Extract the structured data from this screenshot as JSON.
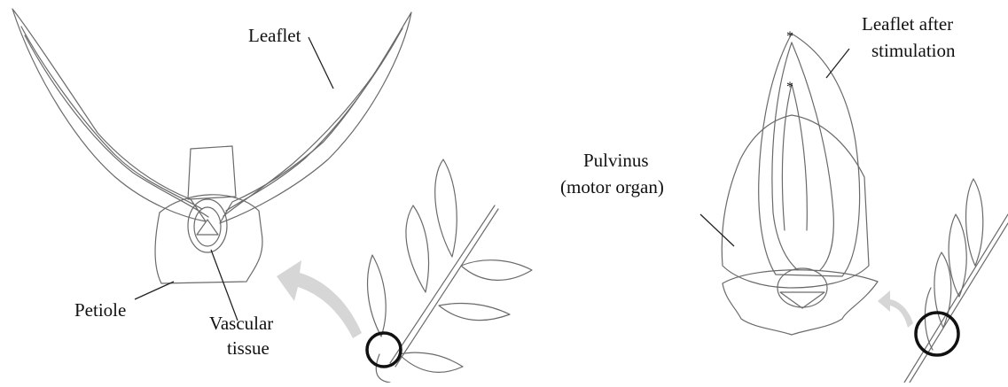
{
  "left_panel": {
    "labels": {
      "leaflet": "Leaflet",
      "petiole": "Petiole",
      "vascular_line1": "Vascular",
      "vascular_line2": "tissue"
    }
  },
  "right_panel": {
    "labels": {
      "leaflet_after_line1": "Leaflet after",
      "leaflet_after_line2": "stimulation",
      "pulvinus_line1": "Pulvinus",
      "pulvinus_line2": "(motor organ)"
    }
  },
  "colors": {
    "outline": "#6a6a6a",
    "label_text": "#111111",
    "arrow_fill": "#d6d6d6",
    "highlight_circle": "#111111"
  }
}
